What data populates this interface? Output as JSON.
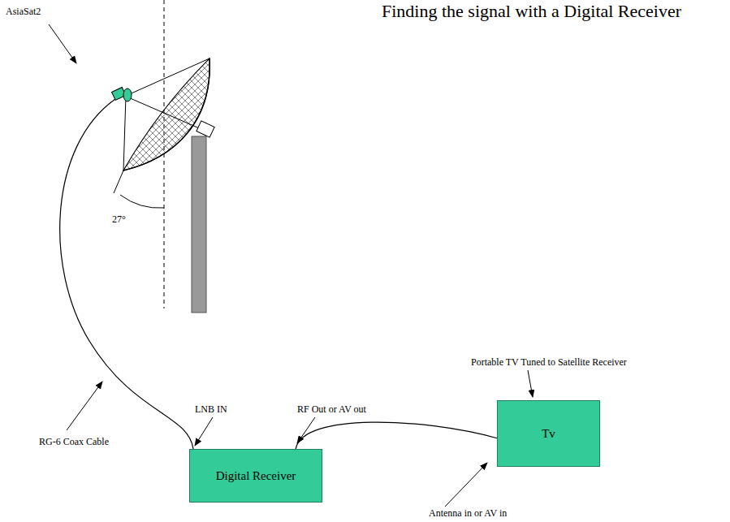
{
  "diagram": {
    "title": "Finding the signal with a Digital Receiver",
    "nodes": [
      {
        "text": [
          "Digital Receiver"
        ]
      },
      {
        "text": [
          "Tv"
        ]
      }
    ],
    "edges": [
      {
        "from": 0,
        "to": 1,
        "arrow": "none"
      }
    ],
    "labels": [
      "AsiaSat2",
      "27°",
      "RG-6 Coax Cable",
      "LNB IN",
      "RF Out or AV out",
      "Portable TV Tuned to Satellite Receiver",
      "Antenna in or AV in"
    ]
  }
}
